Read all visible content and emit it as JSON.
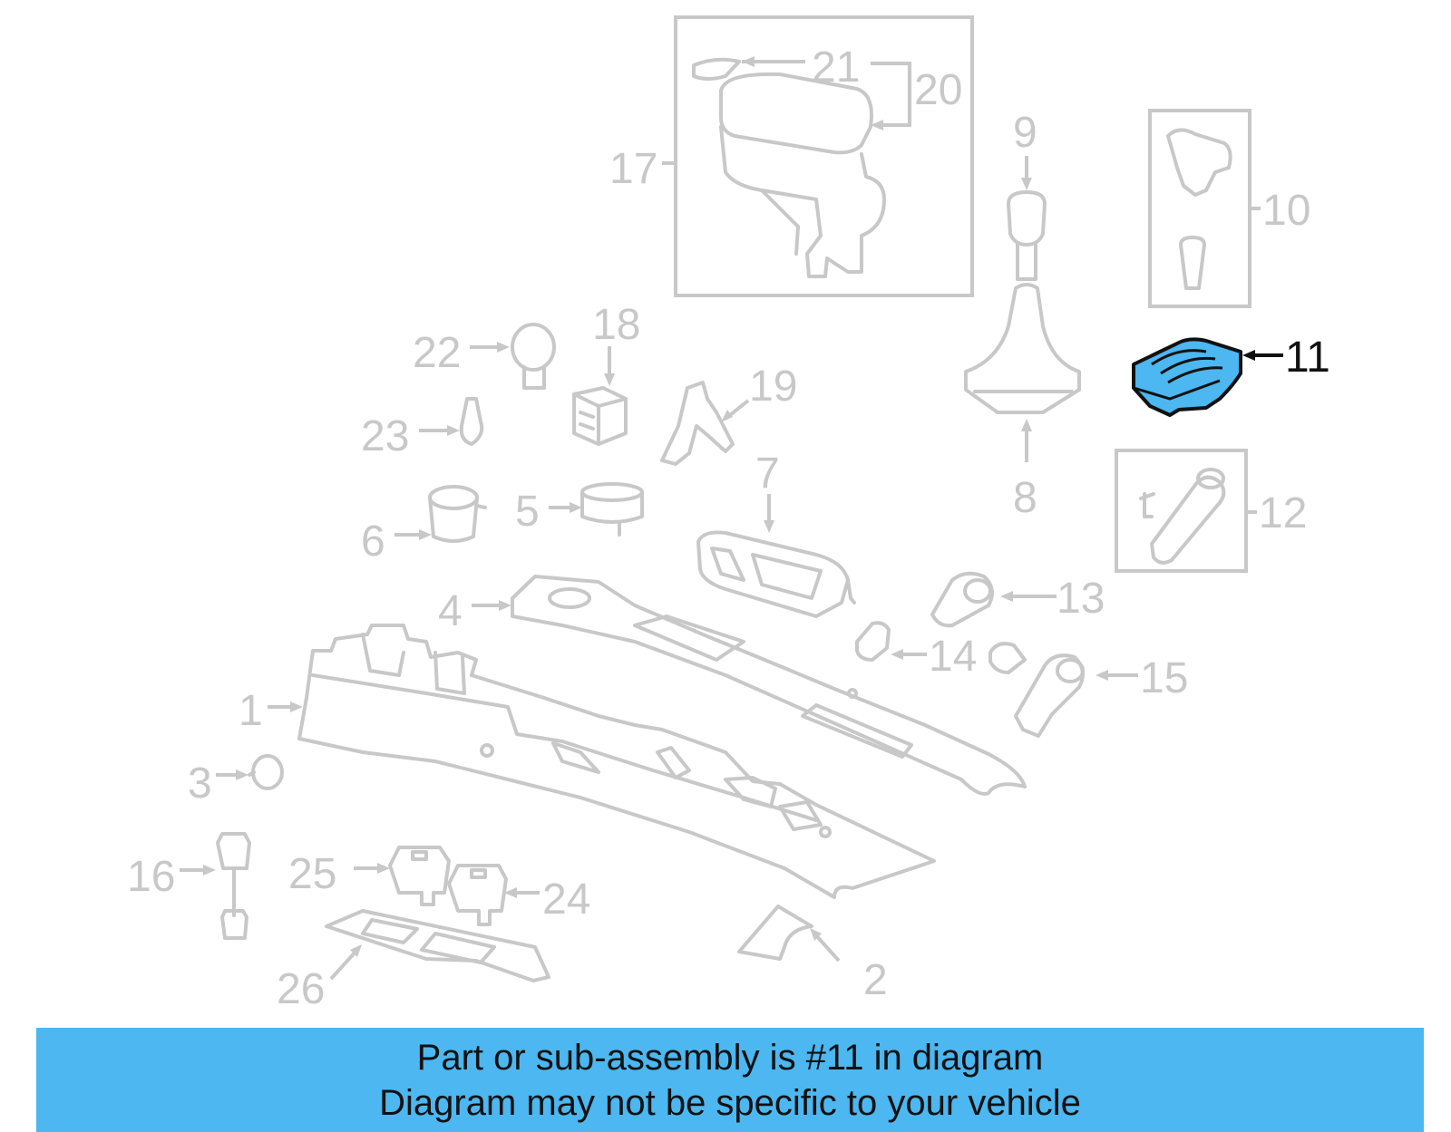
{
  "diagram": {
    "highlight_callout": "11",
    "highlight_color": "#4cb7f0",
    "line_color": "#c8c8c8",
    "callouts": {
      "c1": "1",
      "c2": "2",
      "c3": "3",
      "c4": "4",
      "c5": "5",
      "c6": "6",
      "c7": "7",
      "c8": "8",
      "c9": "9",
      "c10": "10",
      "c11": "11",
      "c12": "12",
      "c13": "13",
      "c14": "14",
      "c15": "15",
      "c16": "16",
      "c17": "17",
      "c18": "18",
      "c19": "19",
      "c20": "20",
      "c21": "21",
      "c22": "22",
      "c23": "23",
      "c24": "24",
      "c25": "25",
      "c26": "26"
    }
  },
  "banner": {
    "line1": "Part or sub-assembly is #11 in diagram",
    "line2": "Diagram may not be specific to your vehicle",
    "color": "#4cb7f0"
  }
}
